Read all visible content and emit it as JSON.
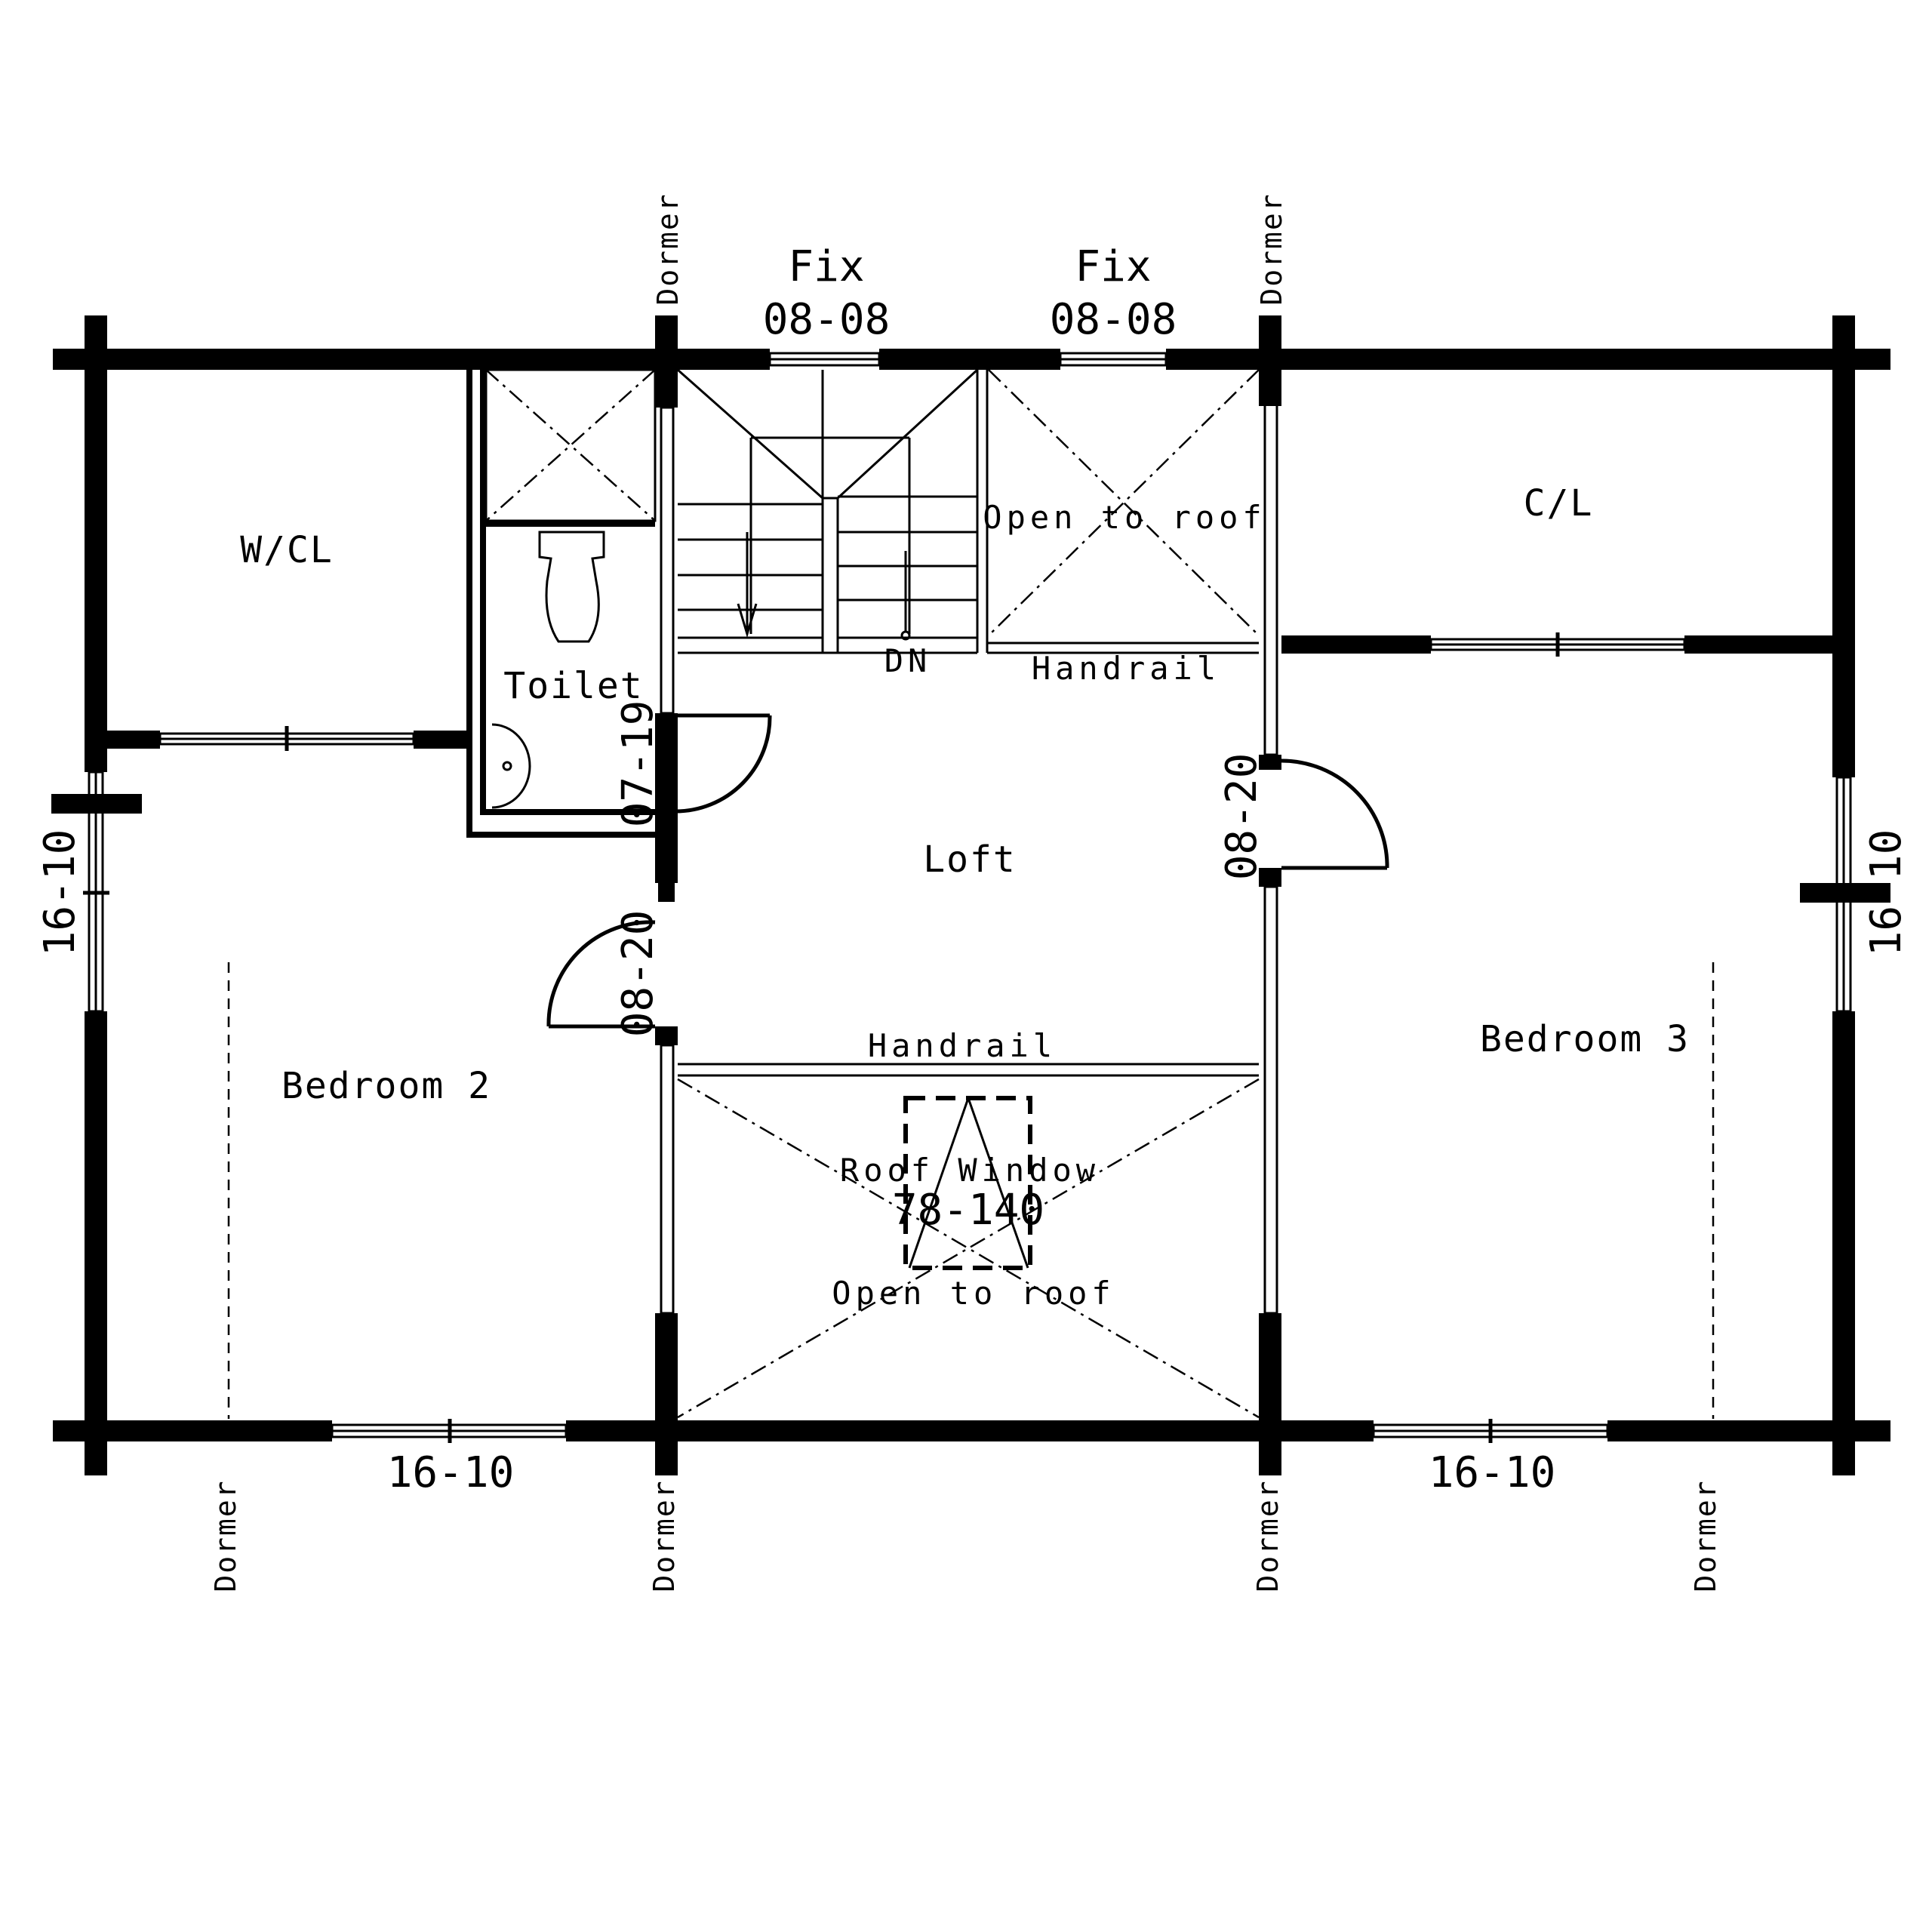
{
  "rooms": {
    "wcl": "W/CL",
    "toilet": "Toilet",
    "cl": "C/L",
    "loft": "Loft",
    "bedroom2": "Bedroom 2",
    "bedroom3": "Bedroom 3"
  },
  "notes": {
    "open_to_roof_top": "Open to roof",
    "open_to_roof_bottom": "Open to roof",
    "handrail_top": "Handrail",
    "handrail_bottom": "Handrail",
    "dn": "DN",
    "roof_window": "Roof Window",
    "roof_window_size": "78-140"
  },
  "windows": {
    "fix_1_label": "Fix",
    "fix_1_size": "08-08",
    "fix_2_label": "Fix",
    "fix_2_size": "08-08",
    "left_side": "16-10",
    "right_side": "16-10",
    "bottom_left": "16-10",
    "bottom_right": "16-10"
  },
  "doors": {
    "toilet_door": "07-19",
    "bedroom2_door": "08-20",
    "bedroom3_door": "08-20"
  },
  "dormers": {
    "top_1": "Dormer",
    "top_2": "Dormer",
    "bottom_1": "Dormer",
    "bottom_2": "Dormer",
    "bottom_3": "Dormer",
    "bottom_4": "Dormer"
  }
}
